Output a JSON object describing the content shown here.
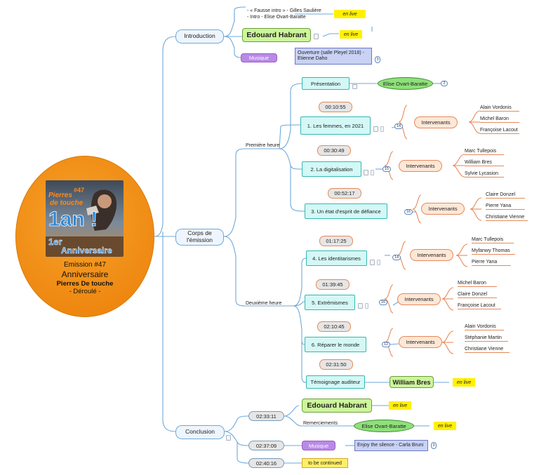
{
  "central": {
    "image_line1": "Pierres",
    "image_line2": "de touche",
    "image_tag": "#47",
    "image_big": "1an !",
    "image_line3": "1er",
    "image_line4": "Anniversaire",
    "emission": "Emission #47",
    "anniversaire": "Anniversaire",
    "pierres": "Pierres De touche",
    "deroule": "- Déroulé -"
  },
  "introduction": {
    "title": "Introduction",
    "notes": [
      "- « Fausse intro » - Gilles Saulière",
      "- Intro - Elise Ovart-Baratte"
    ],
    "notes_live": "en live",
    "host": "Edouard Habrant",
    "host_live": "en live",
    "music_label": "Musique",
    "music_title": [
      "Ouverture (salle Pleyel 2018) -",
      "Etienne Daho"
    ],
    "music_badge": "3"
  },
  "corps": {
    "title": [
      "Corps de",
      "l'émission"
    ],
    "first_hour": "Première heure",
    "second_hour": "Deuxième heure",
    "presentation": "Présentation",
    "presentation_guest": "Elise Ovart-Baratte",
    "presentation_badge": "2",
    "intervenants_label": "Intervenants",
    "segments": [
      {
        "time": "00:10:55",
        "title": "1. Les femmes, en 2021",
        "badge": "14",
        "guests": [
          "Alain Vordonis",
          "Michel Baron",
          "Françoise Lacout"
        ]
      },
      {
        "time": "00:30:49",
        "title": "2. La digitalisation",
        "badge": "15",
        "guests": [
          "Marc Tullepois",
          "William Bres",
          "Sylvie Lycasion"
        ]
      },
      {
        "time": "00:52:17",
        "title": "3. Un état d'esprit de défiance",
        "badge": "16",
        "guests": [
          "Claire Donzel",
          "Pierre Yana",
          "Christiane Vienne"
        ]
      },
      {
        "time": "01:17:25",
        "title": "4. Les identitarismes",
        "badge": "14",
        "guests": [
          "Marc Tullepois",
          "Myfanwy Thomas",
          "Pierre Yana"
        ]
      },
      {
        "time": "01:39:45",
        "title": "5. Extrémismes",
        "badge": "16",
        "guests": [
          "Michel Baron",
          "Claire Donzel",
          "Françoise Lacout"
        ]
      },
      {
        "time": "02:10:45",
        "title": "6. Réparer le monde",
        "badge": "12",
        "guests": [
          "Alain Vordonis",
          "Stéphanie Martin",
          "Christiane Vienne"
        ]
      }
    ],
    "testimony_time": "02:31:50",
    "testimony": "Témoignage auditeur",
    "testimony_guest": "William Bres",
    "testimony_live": "en live"
  },
  "conclusion": {
    "title": "Conclusion",
    "time1": "02:33:11",
    "host": "Edouard Habrant",
    "host_live": "en live",
    "thanks": "Remerciements",
    "thanks_guest": "Elise Ovart-Baratte",
    "thanks_live": "en live",
    "time2": "02:37:09",
    "music_label": "Musique",
    "music_title": "Enjoy the silence - Carla Bruni",
    "music_badge": "3",
    "time3": "02:40:16",
    "continued": "to be continued"
  },
  "colors": {
    "central_fill": "#ee8710",
    "topic_border": "#6fa8d8",
    "segment_fill": "#d3f8f6",
    "time_border": "#e58a5a",
    "host_fill": "#cdf59a",
    "live_fill": "#fff000",
    "music_fill": "#b98ae6"
  }
}
